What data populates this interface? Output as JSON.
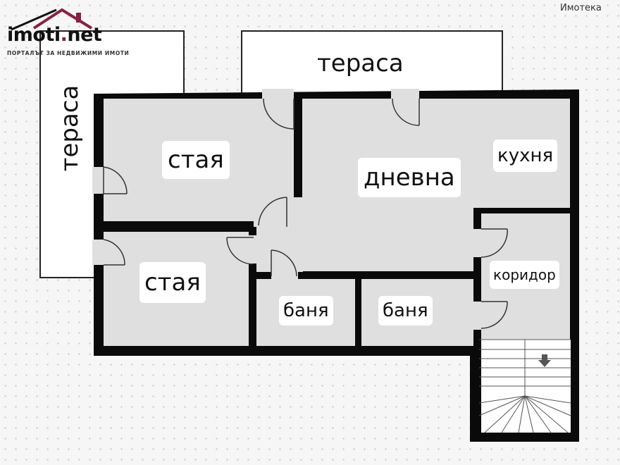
{
  "watermark": "Имотека",
  "logo": {
    "name_main": "imoti",
    "name_dot": ".",
    "name_tld": "net",
    "tagline": "ПОРТАЛЪТ ЗА НЕДВИЖИМИ ИМОТИ"
  },
  "rooms": {
    "terrace_left": "тераса",
    "terrace_top": "тераса",
    "room_upper": "стая",
    "room_lower": "стая",
    "living": "дневна",
    "kitchen": "кухня",
    "corridor": "коридор",
    "bath_left": "баня",
    "bath_right": "баня"
  },
  "colors": {
    "wall": "#0a0a0a",
    "floor": "#dfdfdf",
    "terrace": "#ffffff",
    "brand_accent": "#8a1f45"
  },
  "icons": {
    "stairs_arrow": "arrow-down-icon",
    "logo_roof": "house-roof-icon"
  }
}
